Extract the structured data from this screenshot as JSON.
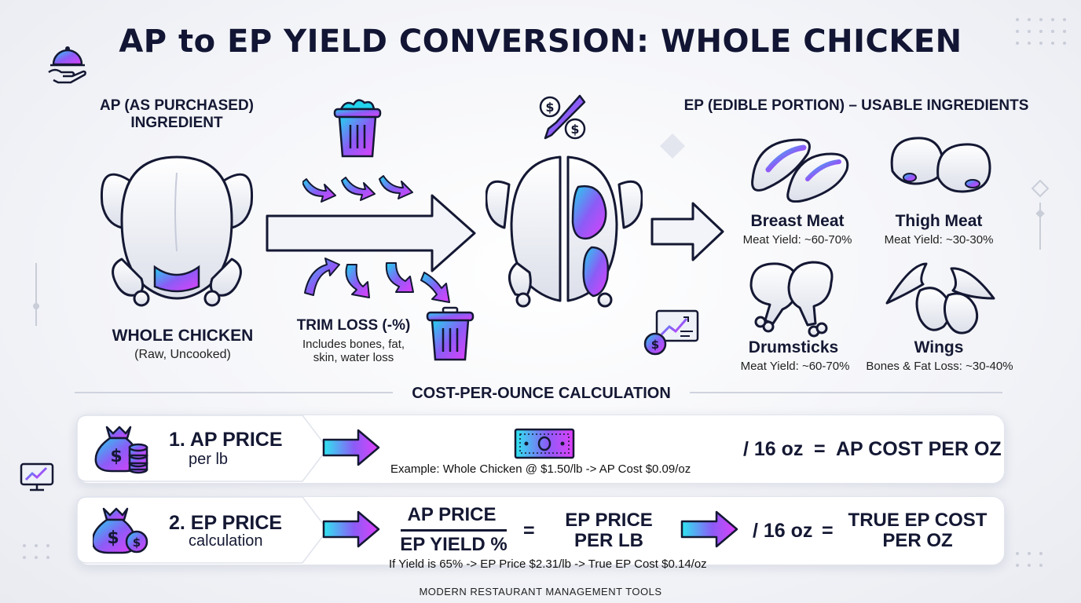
{
  "title": "AP to EP YIELD CONVERSION: WHOLE CHICKEN",
  "ap": {
    "heading_line1": "AP (AS PURCHASED)",
    "heading_line2": "INGREDIENT",
    "name": "WHOLE CHICKEN",
    "sub": "(Raw, Uncooked)"
  },
  "trim": {
    "label": "TRIM LOSS (-%)",
    "desc_line1": "Includes bones, fat,",
    "desc_line2": "skin, water loss"
  },
  "ep": {
    "heading": "EP (EDIBLE PORTION) – USABLE INGREDIENTS",
    "items": [
      {
        "name": "Breast Meat",
        "yield": "Meat Yield: ~60-70%",
        "icon": "chicken-breast-icon"
      },
      {
        "name": "Thigh Meat",
        "yield": "Meat Yield: ~30-30%",
        "icon": "chicken-thigh-icon"
      },
      {
        "name": "Drumsticks",
        "yield": "Meat Yield: ~60-70%",
        "icon": "drumstick-icon"
      },
      {
        "name": "Wings",
        "yield": "Bones & Fat Loss: ~30-40%",
        "icon": "chicken-wing-icon"
      }
    ]
  },
  "cost_section": {
    "heading": "COST-PER-OUNCE CALCULATION",
    "row1": {
      "label_main": "1. AP PRICE",
      "label_sub": "per lb",
      "divide": "/ 16 oz",
      "equals": "=",
      "result": "AP COST PER OZ",
      "example": "Example: Whole Chicken @ $1.50/lb -> AP Cost $0.09/oz"
    },
    "row2": {
      "label_main": "2. EP PRICE",
      "label_sub": "calculation",
      "numerator": "AP PRICE",
      "denominator": "EP YIELD %",
      "equals": "=",
      "ep_price_line1": "EP PRICE",
      "ep_price_line2": "PER LB",
      "divide": "/ 16 oz",
      "equals2": "=",
      "result_line1": "TRUE EP COST",
      "result_line2": "PER OZ",
      "example": "If Yield is 65% -> EP Price $2.31/lb -> True EP Cost $0.14/oz"
    }
  },
  "footer": "MODERN RESTAURANT MANAGEMENT TOOLS",
  "colors": {
    "accent_cyan": "#22d3ee",
    "accent_magenta": "#d946ef",
    "accent_purple": "#8b5cf6",
    "text_dark": "#141833"
  }
}
